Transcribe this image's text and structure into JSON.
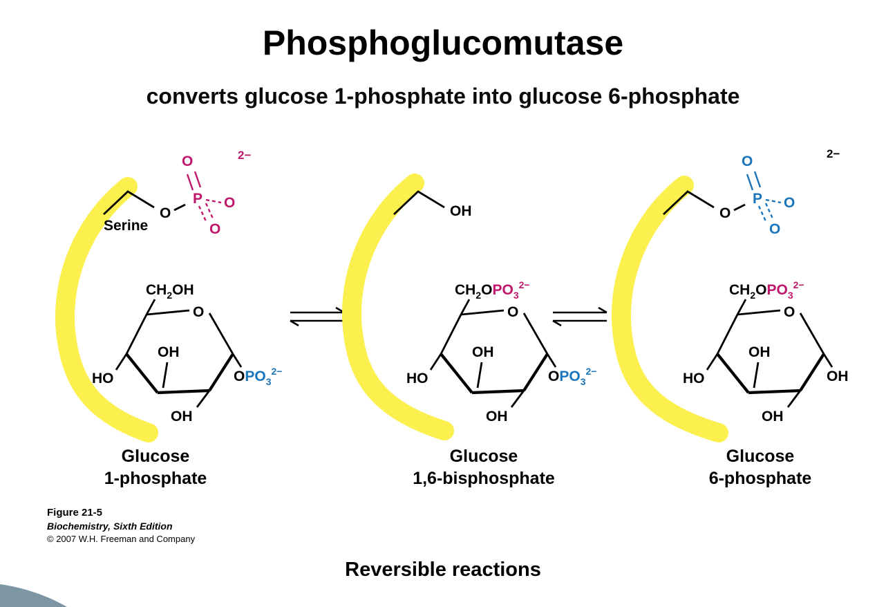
{
  "slide": {
    "title": "Phosphoglucomutase",
    "subtitle": "converts glucose 1-phosphate into glucose 6-phosphate",
    "bottom_caption": "Reversible reactions"
  },
  "credit": {
    "figure": "Figure 21-5",
    "book": "Biochemistry, Sixth Edition",
    "copyright": "© 2007 W.H. Freeman and Company"
  },
  "chem": {
    "serine": "Serine",
    "charge": "2−",
    "O": "O",
    "P": "P",
    "OH": "OH",
    "HO": "HO",
    "CH": "CH",
    "sub2": "2",
    "PO": "PO",
    "sub3": "3",
    "sup_charge": "2−"
  },
  "molecules": [
    {
      "line1": "Glucose",
      "line2": "1-phosphate"
    },
    {
      "line1": "Glucose",
      "line2": "1,6-bisphosphate"
    },
    {
      "line1": "Glucose",
      "line2": "6-phosphate"
    }
  ],
  "colors": {
    "phosphate_magenta": "#C0176C",
    "phosphate_blue": "#1B75BB",
    "enzyme_yellow": "#FBF04D",
    "corner_slate": "#7D96A4"
  }
}
